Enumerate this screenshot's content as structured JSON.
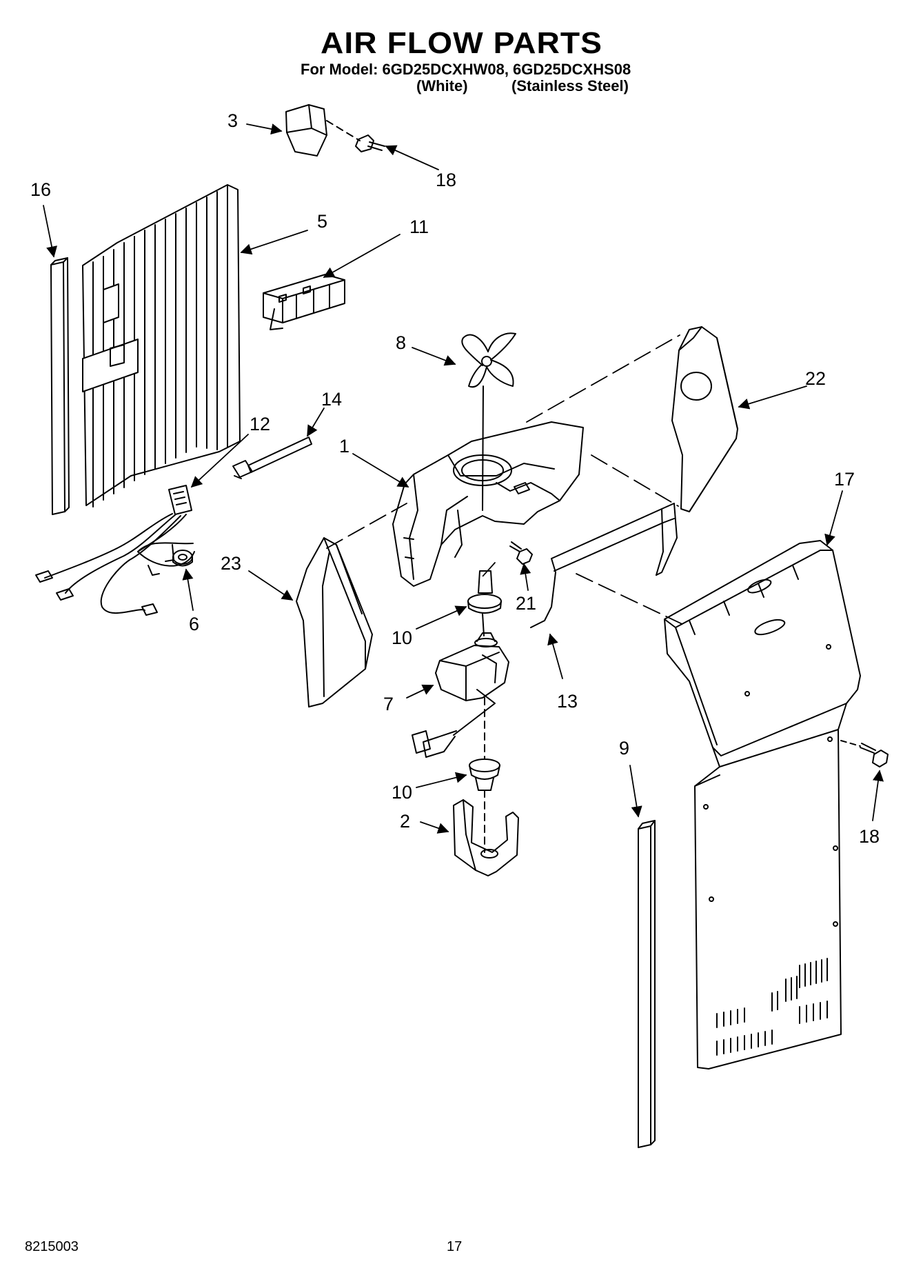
{
  "header": {
    "title": "AIR FLOW PARTS",
    "model_line": "For Model: 6GD25DCXHW08, 6GD25DCXHS08",
    "variant_white": "(White)",
    "variant_stainless": "(Stainless Steel)"
  },
  "callouts": {
    "c1": "1",
    "c2": "2",
    "c3": "3",
    "c5": "5",
    "c6": "6",
    "c7": "7",
    "c8": "8",
    "c9": "9",
    "c10a": "10",
    "c10b": "10",
    "c11": "11",
    "c12": "12",
    "c13": "13",
    "c14": "14",
    "c16": "16",
    "c17": "17",
    "c18a": "18",
    "c18b": "18",
    "c21": "21",
    "c22": "22",
    "c23": "23"
  },
  "footer": {
    "doc_number": "8215003",
    "page_number": "17"
  }
}
